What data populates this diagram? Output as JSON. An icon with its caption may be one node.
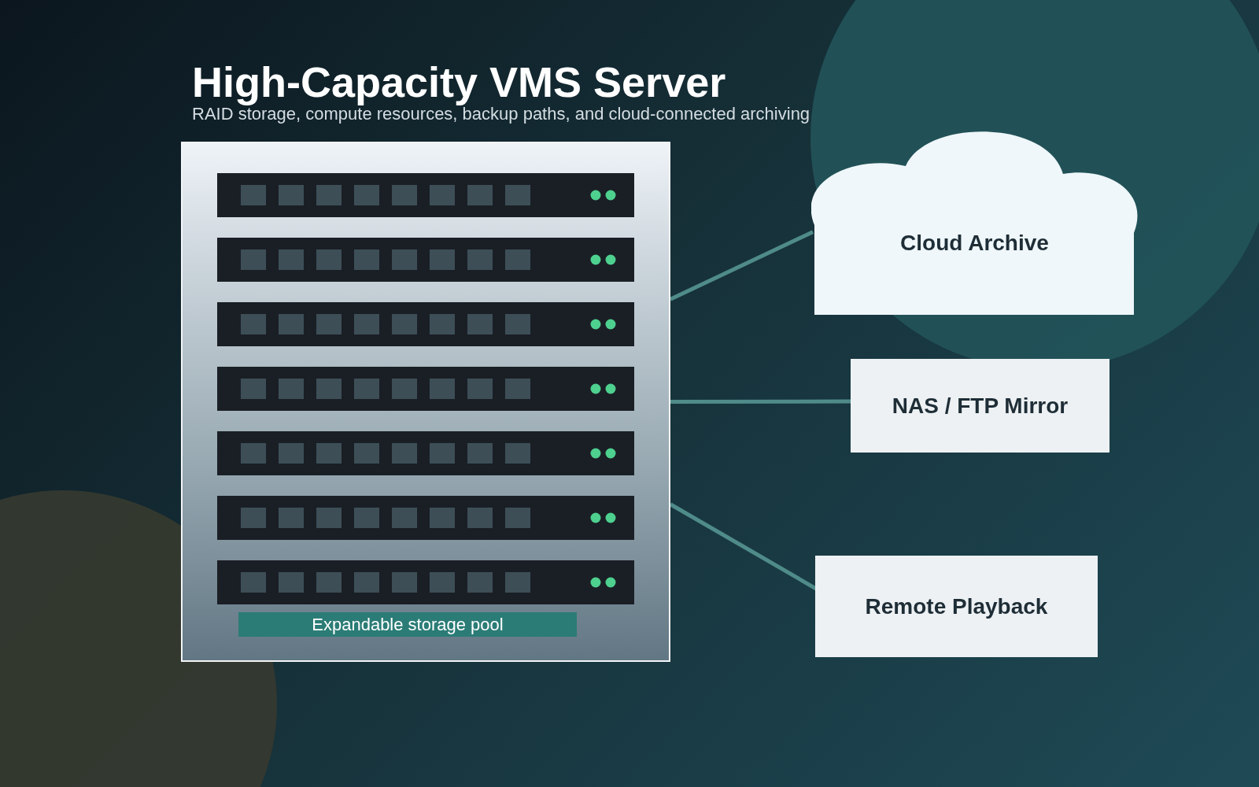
{
  "diagram": {
    "title": "High-Capacity VMS Server",
    "caption": "RAID storage, compute resources, backup paths, and cloud-connected archiving",
    "nodes": [
      {
        "text": [],
        "shape": "box"
      },
      {
        "text": [
          "Expandable storage pool"
        ],
        "in": 0
      },
      {
        "text": [
          "Cloud Archive"
        ]
      },
      {
        "text": [
          "NAS / FTP Mirror"
        ]
      },
      {
        "text": [
          "Remote Playback"
        ]
      }
    ],
    "edges": [
      {
        "from": 0,
        "to": 2,
        "arrow": "none"
      },
      {
        "from": 0,
        "to": 3,
        "arrow": "none"
      },
      {
        "from": 0,
        "to": 4,
        "arrow": "none"
      }
    ]
  }
}
